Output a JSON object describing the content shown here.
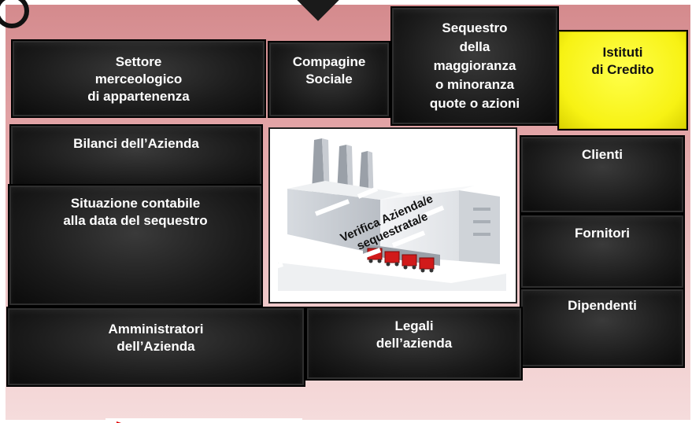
{
  "boxes": {
    "settore": "Settore\nmerceologico\ndi appartenenza",
    "compagine": "Compagine\nSociale",
    "sequestro": "Sequestro\ndella\nmaggioranza\no minoranza\nquote o azioni",
    "istituti": "Istituti\ndi Credito",
    "bilanci": "Bilanci dell’Azienda",
    "situazione": "Situazione contabile\nalla data del sequestro",
    "clienti": "Clienti",
    "fornitori": "Fornitori",
    "dipendenti": "Dipendenti",
    "amministratori": "Amministratori\ndell’Azienda",
    "legali": "Legali\ndell’azienda"
  },
  "center": {
    "line1": "Verifica Azienda/e",
    "line2": "sequestrata/e"
  },
  "colors": {
    "box_dark": "#1b1b1b",
    "box_highlight": "#f7f214",
    "background_pink": "#e5a9ab",
    "accent_red": "#e10000"
  }
}
